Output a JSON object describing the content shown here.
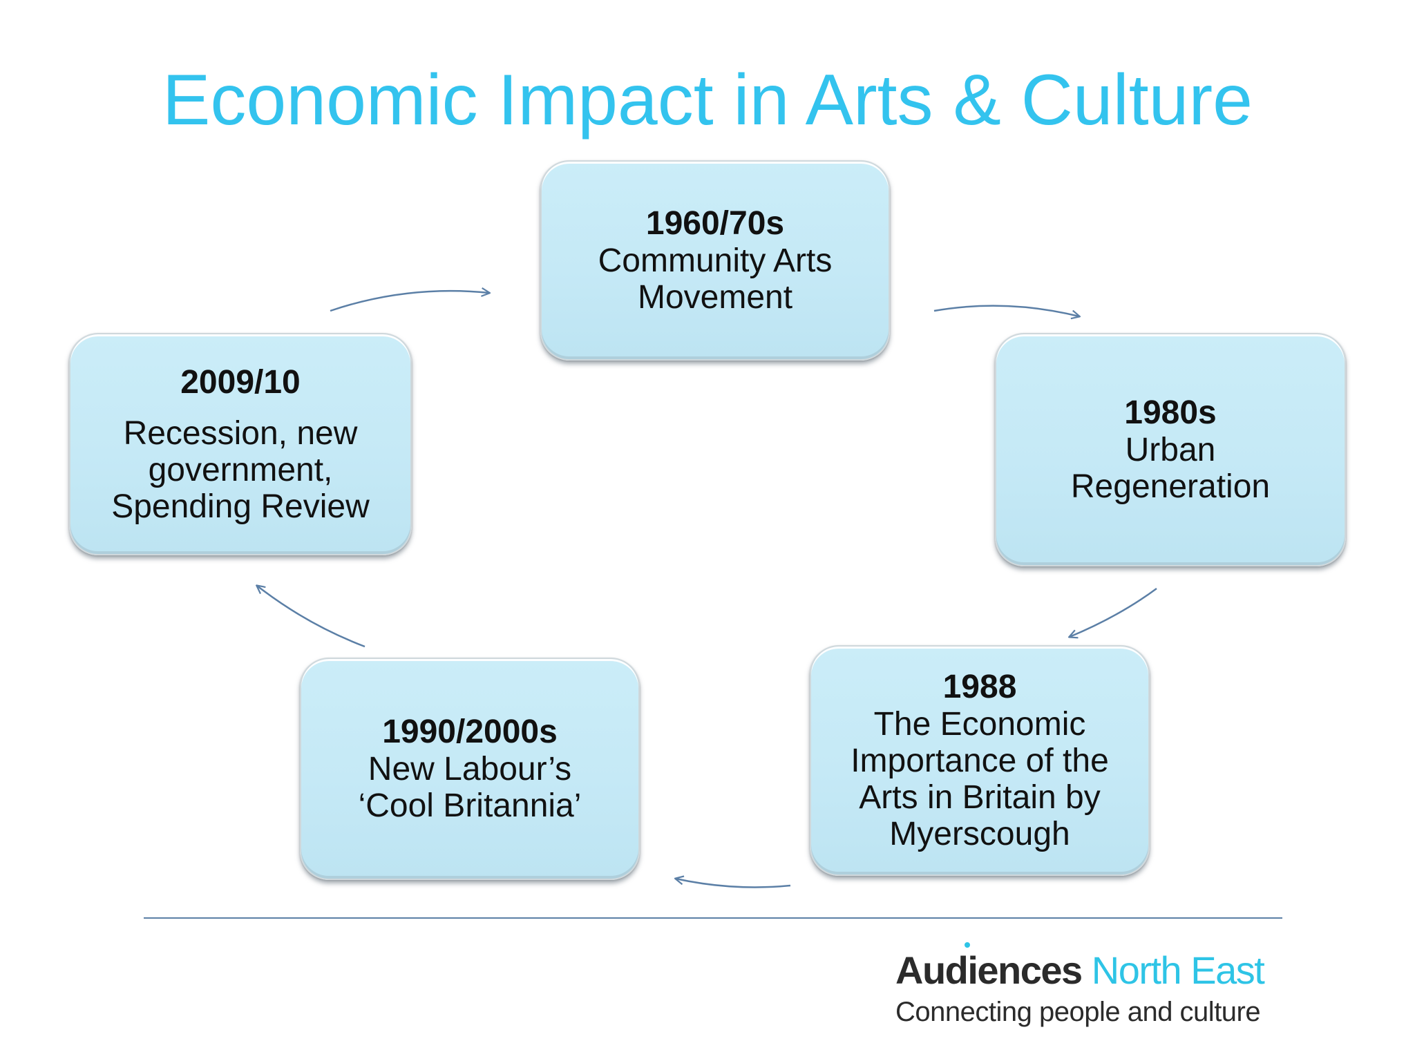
{
  "slide": {
    "title": "Economic Impact in Arts & Culture",
    "accent_color": "#33C3EE",
    "box_color": "#C6EAF6",
    "arrow_color": "#5B7FA6"
  },
  "cycle": [
    {
      "period": "1960/70s",
      "text": "Community Arts\nMovement"
    },
    {
      "period": "1980s",
      "text": "Urban\nRegeneration"
    },
    {
      "period": "1988",
      "text": "The Economic\nImportance of the\nArts in Britain by\nMyerscough"
    },
    {
      "period": "1990/2000s",
      "text": "New Labour’s\n‘Cool Britannia’"
    },
    {
      "period": "2009/10",
      "text": "Recession, new\ngovernment,\nSpending Review"
    }
  ],
  "logo": {
    "name_part1": "Audiences",
    "name_part2": "North East",
    "tagline": "Connecting people and culture"
  }
}
